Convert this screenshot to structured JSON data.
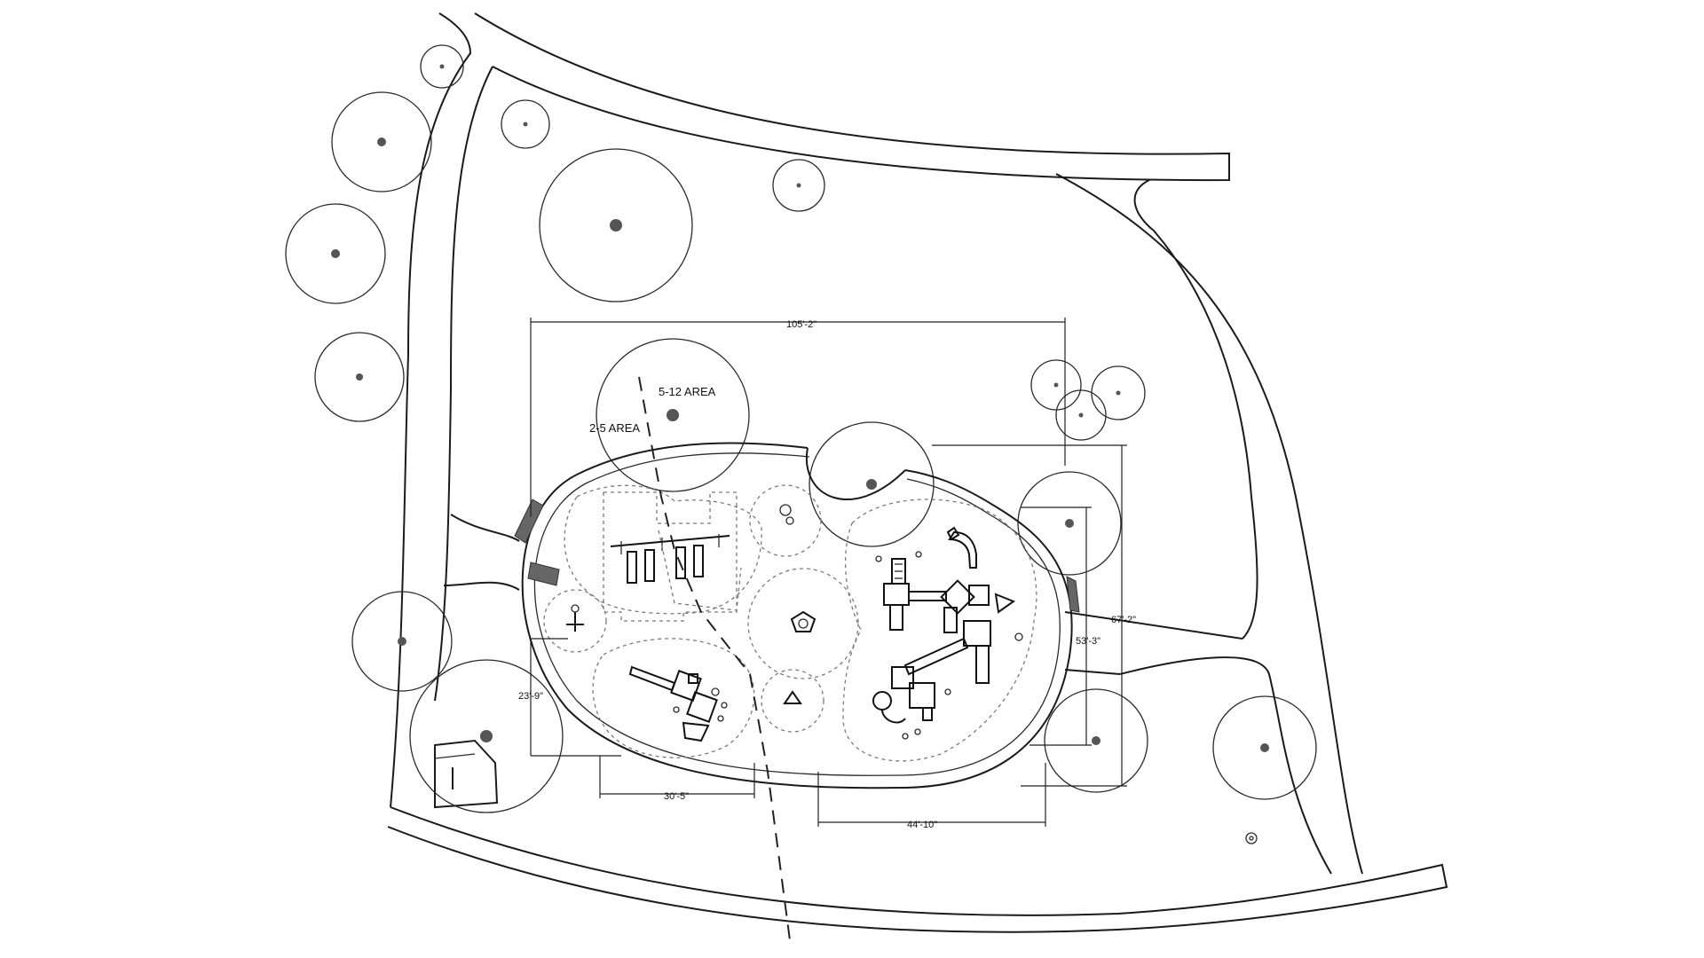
{
  "labels": {
    "area_5_12": "5-12 AREA",
    "area_2_5": "2-5 AREA"
  },
  "dimensions": {
    "overall_width": "105'-2\"",
    "overall_height": "67'-2\"",
    "inner_height": "53'-3\"",
    "left_height": "23'-9\"",
    "bottom_left_width": "30'-5\"",
    "bottom_right_width": "44'-10\""
  },
  "colors": {
    "line": "#1a1a1a",
    "zone": "#7a7a7a",
    "trunk": "#555555",
    "background": "#ffffff"
  }
}
